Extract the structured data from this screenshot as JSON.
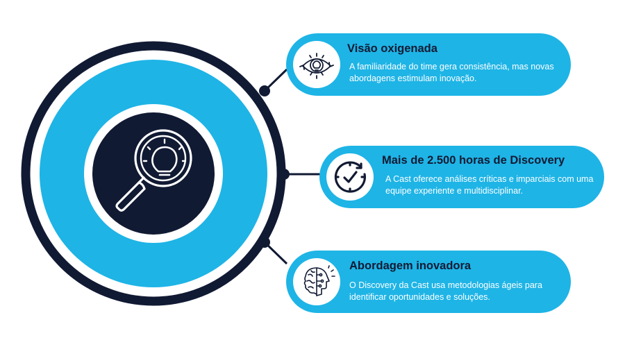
{
  "colors": {
    "accent": "#1eb4e6",
    "navy": "#111a33",
    "background": "#ffffff"
  },
  "center": {
    "icon": "magnifier-lightbulb-icon"
  },
  "items": [
    {
      "title": "Visão oxigenada",
      "description": "A familiaridade do time gera consistência, mas novas abordagens estimulam inovação.",
      "icon": "eye-lightbulb-icon"
    },
    {
      "title": "Mais de 2.500 horas de Discovery",
      "description": "A Cast oferece análises críticas e imparciais com uma equipe experiente e multidisciplinar.",
      "icon": "clock-check-icon"
    },
    {
      "title": "Abordagem inovadora",
      "description": "O Discovery da Cast usa metodologias ágeis para identificar oportunidades e soluções.",
      "icon": "brain-head-icon"
    }
  ]
}
